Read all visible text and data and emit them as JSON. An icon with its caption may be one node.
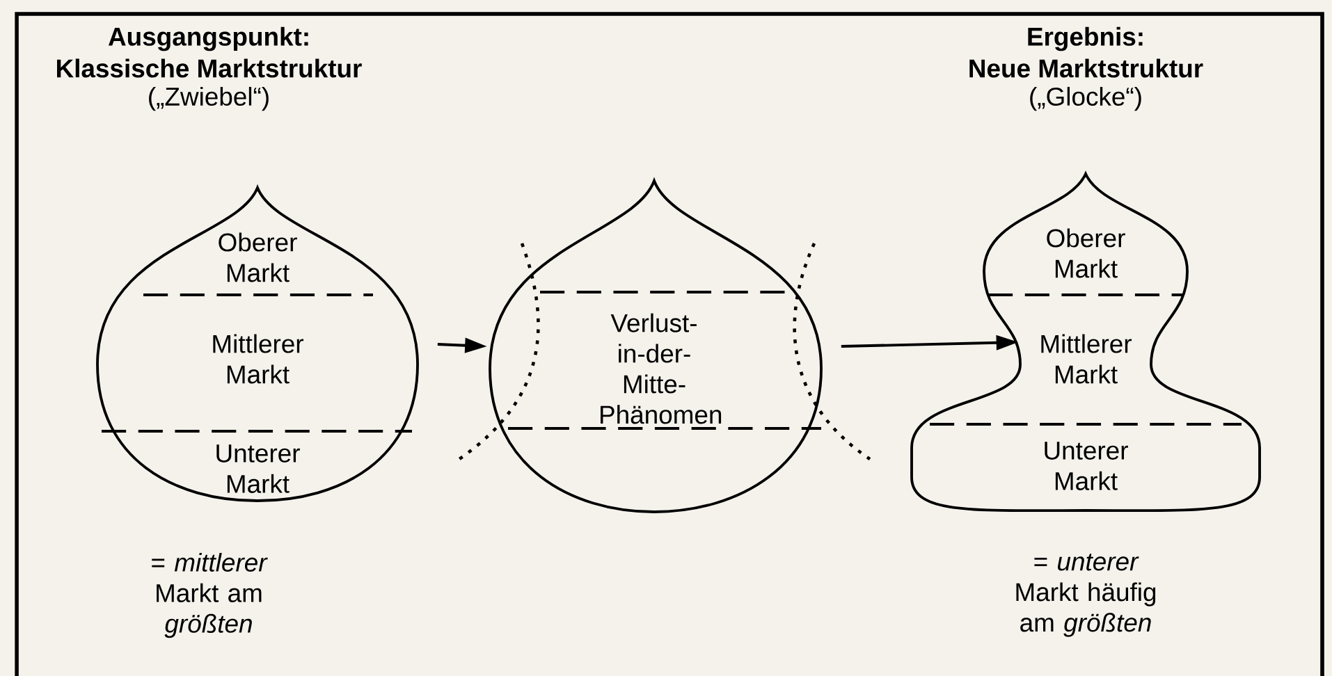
{
  "diagram": {
    "nodes": [
      {
        "text": [
          "Ausgangspunkt: Klassische Marktstruktur",
          "(„Zwiebel“)"
        ],
        "beside": [
          "= *mittlerer* Markt am *größten*"
        ]
      },
      {
        "text": [
          "Oberer Markt"
        ],
        "in": 0
      },
      {
        "text": [
          "Mittlerer Markt"
        ],
        "in": 0
      },
      {
        "text": [
          "Unterer Markt"
        ],
        "in": 0
      },
      {
        "text": [
          "Verlust-in-der-Mitte-Phänomen"
        ]
      },
      {
        "text": [
          "Ergebnis: Neue Marktstruktur",
          "(„Glocke“)"
        ],
        "beside": [
          "= *unterer* Markt häufig am *größten*"
        ]
      },
      {
        "text": [
          "Oberer Markt"
        ],
        "in": 5
      },
      {
        "text": [
          "Mittlerer Markt"
        ],
        "in": 5
      },
      {
        "text": [
          "Unterer Markt"
        ],
        "in": 5
      }
    ],
    "edges": [
      {
        "from": 0,
        "to": 4,
        "arrow": "to"
      },
      {
        "from": 4,
        "to": 5,
        "arrow": "to"
      }
    ]
  }
}
